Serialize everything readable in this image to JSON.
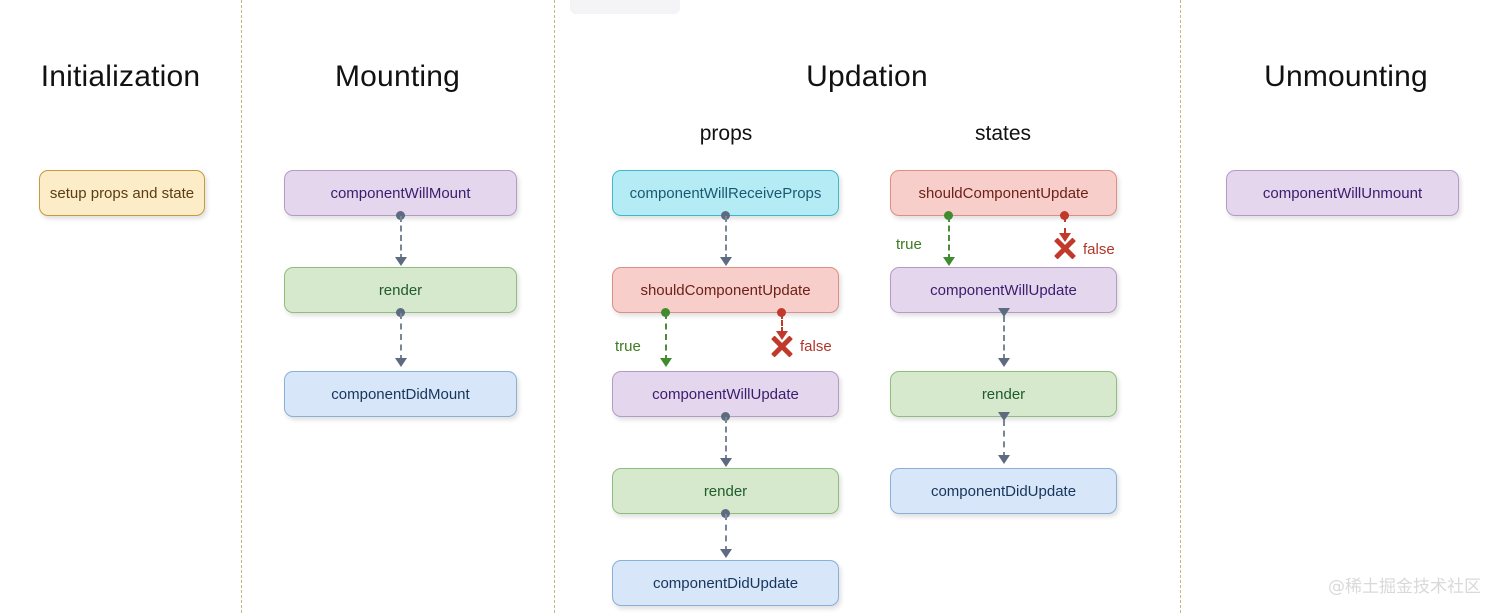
{
  "diagram": {
    "title_phases": [
      {
        "key": "initialization",
        "label": "Initialization"
      },
      {
        "key": "mounting",
        "label": "Mounting"
      },
      {
        "key": "updation",
        "label": "Updation"
      },
      {
        "key": "unmounting",
        "label": "Unmounting"
      }
    ],
    "subheaders": [
      {
        "key": "props",
        "label": "props"
      },
      {
        "key": "states",
        "label": "states"
      }
    ],
    "initialization": {
      "nodes": [
        {
          "label": "setup props and state",
          "color": "#fdecc8"
        }
      ]
    },
    "mounting": {
      "nodes": [
        {
          "label": "componentWillMount",
          "color": "#e4d6ec"
        },
        {
          "label": "render",
          "color": "#d6e9cd"
        },
        {
          "label": "componentDidMount",
          "color": "#d7e6f8"
        }
      ]
    },
    "updation_props": {
      "nodes": [
        {
          "label": "componentWillReceiveProps",
          "color": "#b5ebf5"
        },
        {
          "label": "shouldComponentUpdate",
          "color": "#f7cec9"
        },
        {
          "label": "componentWillUpdate",
          "color": "#e4d6ec"
        },
        {
          "label": "render",
          "color": "#d6e9cd"
        },
        {
          "label": "componentDidUpdate",
          "color": "#d7e6f8"
        }
      ],
      "branches": [
        {
          "label": "true",
          "color": "#3f7a22"
        },
        {
          "label": "false",
          "color": "#b3352a"
        }
      ]
    },
    "updation_states": {
      "nodes": [
        {
          "label": "shouldComponentUpdate",
          "color": "#f7cec9"
        },
        {
          "label": "componentWillUpdate",
          "color": "#e4d6ec"
        },
        {
          "label": "render",
          "color": "#d6e9cd"
        },
        {
          "label": "componentDidUpdate",
          "color": "#d7e6f8"
        }
      ],
      "branches": [
        {
          "label": "true",
          "color": "#3f7a22"
        },
        {
          "label": "false",
          "color": "#b3352a"
        }
      ]
    },
    "unmounting": {
      "nodes": [
        {
          "label": "componentWillUnmount",
          "color": "#e4d6ec"
        }
      ]
    },
    "watermark": "@稀土掘金技术社区"
  }
}
